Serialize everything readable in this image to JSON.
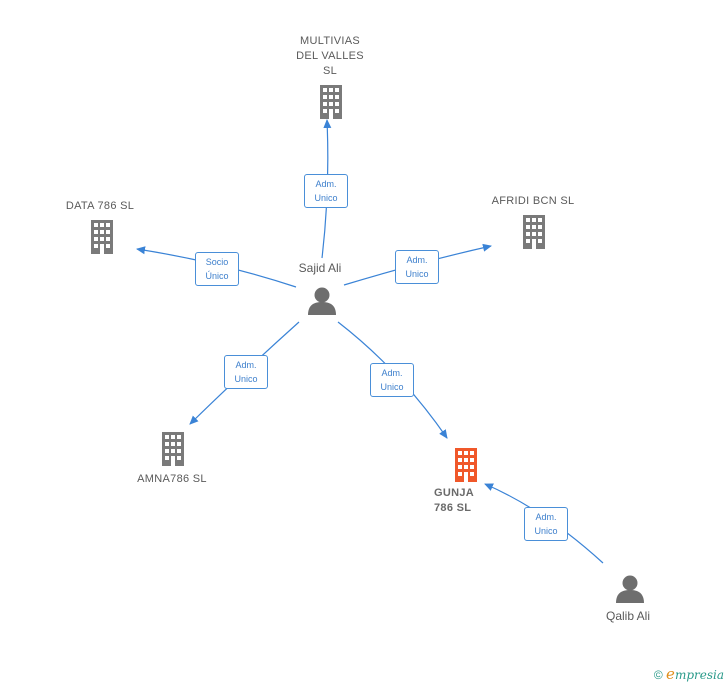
{
  "colors": {
    "edge": "#3a83d6",
    "company": "#7a7a7a",
    "focus": "#f0582a",
    "person": "#6e6e6e"
  },
  "nodes": {
    "multivias": {
      "line1": "MULTIVIAS",
      "line2": "DEL VALLES",
      "line3": "SL",
      "type": "company"
    },
    "data786": {
      "label": "DATA 786  SL",
      "type": "company"
    },
    "afridi": {
      "label": "AFRIDI BCN  SL",
      "type": "company"
    },
    "amna": {
      "label": "AMNA786  SL",
      "type": "company"
    },
    "gunja": {
      "line1": "GUNJA",
      "line2": "786  SL",
      "type": "company-focus"
    },
    "sajid": {
      "label": "Sajid Ali",
      "type": "person"
    },
    "qalib": {
      "label": "Qalib Ali",
      "type": "person"
    }
  },
  "edges": {
    "to_multivias": {
      "line1": "Adm.",
      "line2": "Unico"
    },
    "to_data786": {
      "line1": "Socio",
      "line2": "Único"
    },
    "to_afridi": {
      "line1": "Adm.",
      "line2": "Unico"
    },
    "to_amna": {
      "line1": "Adm.",
      "line2": "Unico"
    },
    "to_gunja": {
      "line1": "Adm.",
      "line2": "Unico"
    },
    "qalib_to_gunja": {
      "line1": "Adm.",
      "line2": "Unico"
    }
  },
  "footer": {
    "copyright": "©",
    "brand_e": "e",
    "brand_rest": "mpresia"
  }
}
